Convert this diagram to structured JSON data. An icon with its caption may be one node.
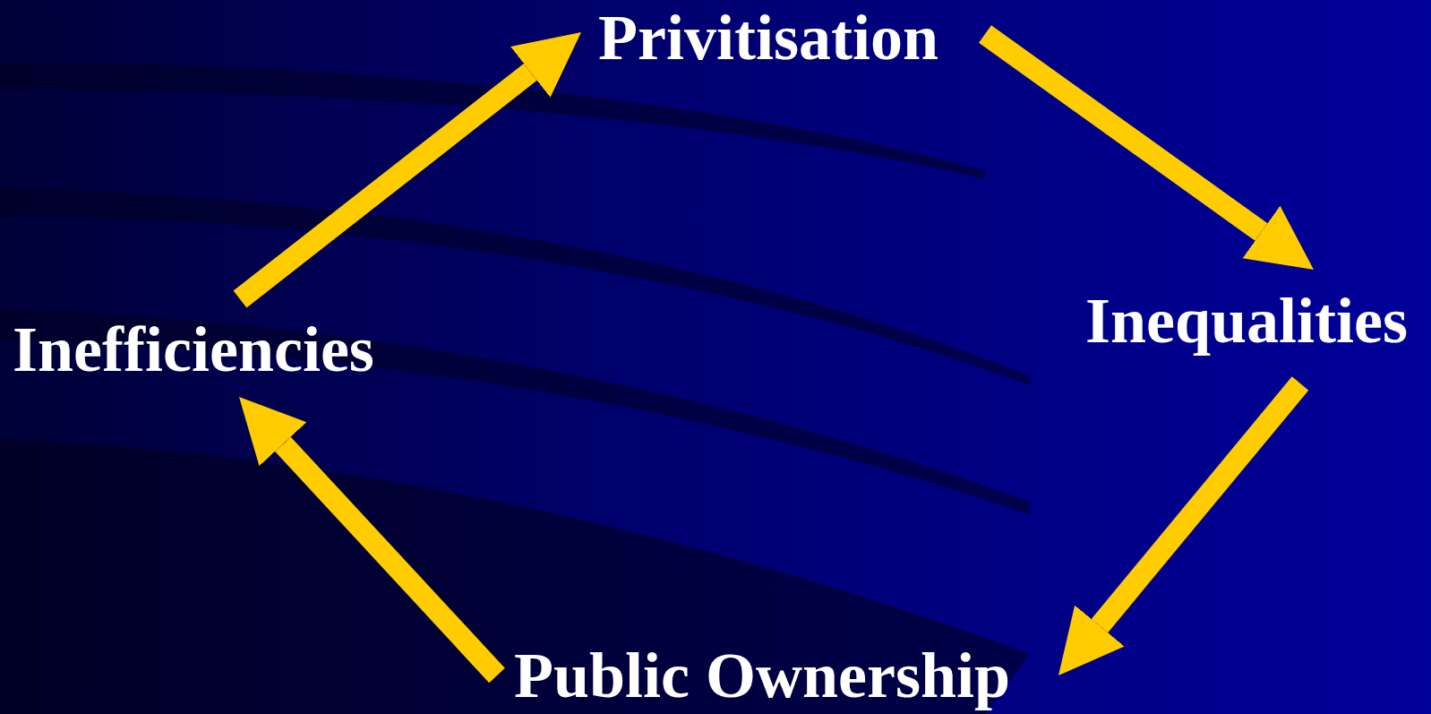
{
  "diagram": {
    "nodes": [
      {
        "text": [
          "Privitisation"
        ]
      },
      {
        "text": [
          "Inequalities"
        ]
      },
      {
        "text": [
          "Public Ownership"
        ]
      },
      {
        "text": [
          "Inefficiencies"
        ]
      }
    ],
    "edges": [
      {
        "from": 3,
        "to": 0,
        "arrow": "to"
      },
      {
        "from": 0,
        "to": 1,
        "arrow": "to"
      },
      {
        "from": 1,
        "to": 2,
        "arrow": "to"
      },
      {
        "from": 2,
        "to": 3,
        "arrow": "to"
      }
    ]
  }
}
